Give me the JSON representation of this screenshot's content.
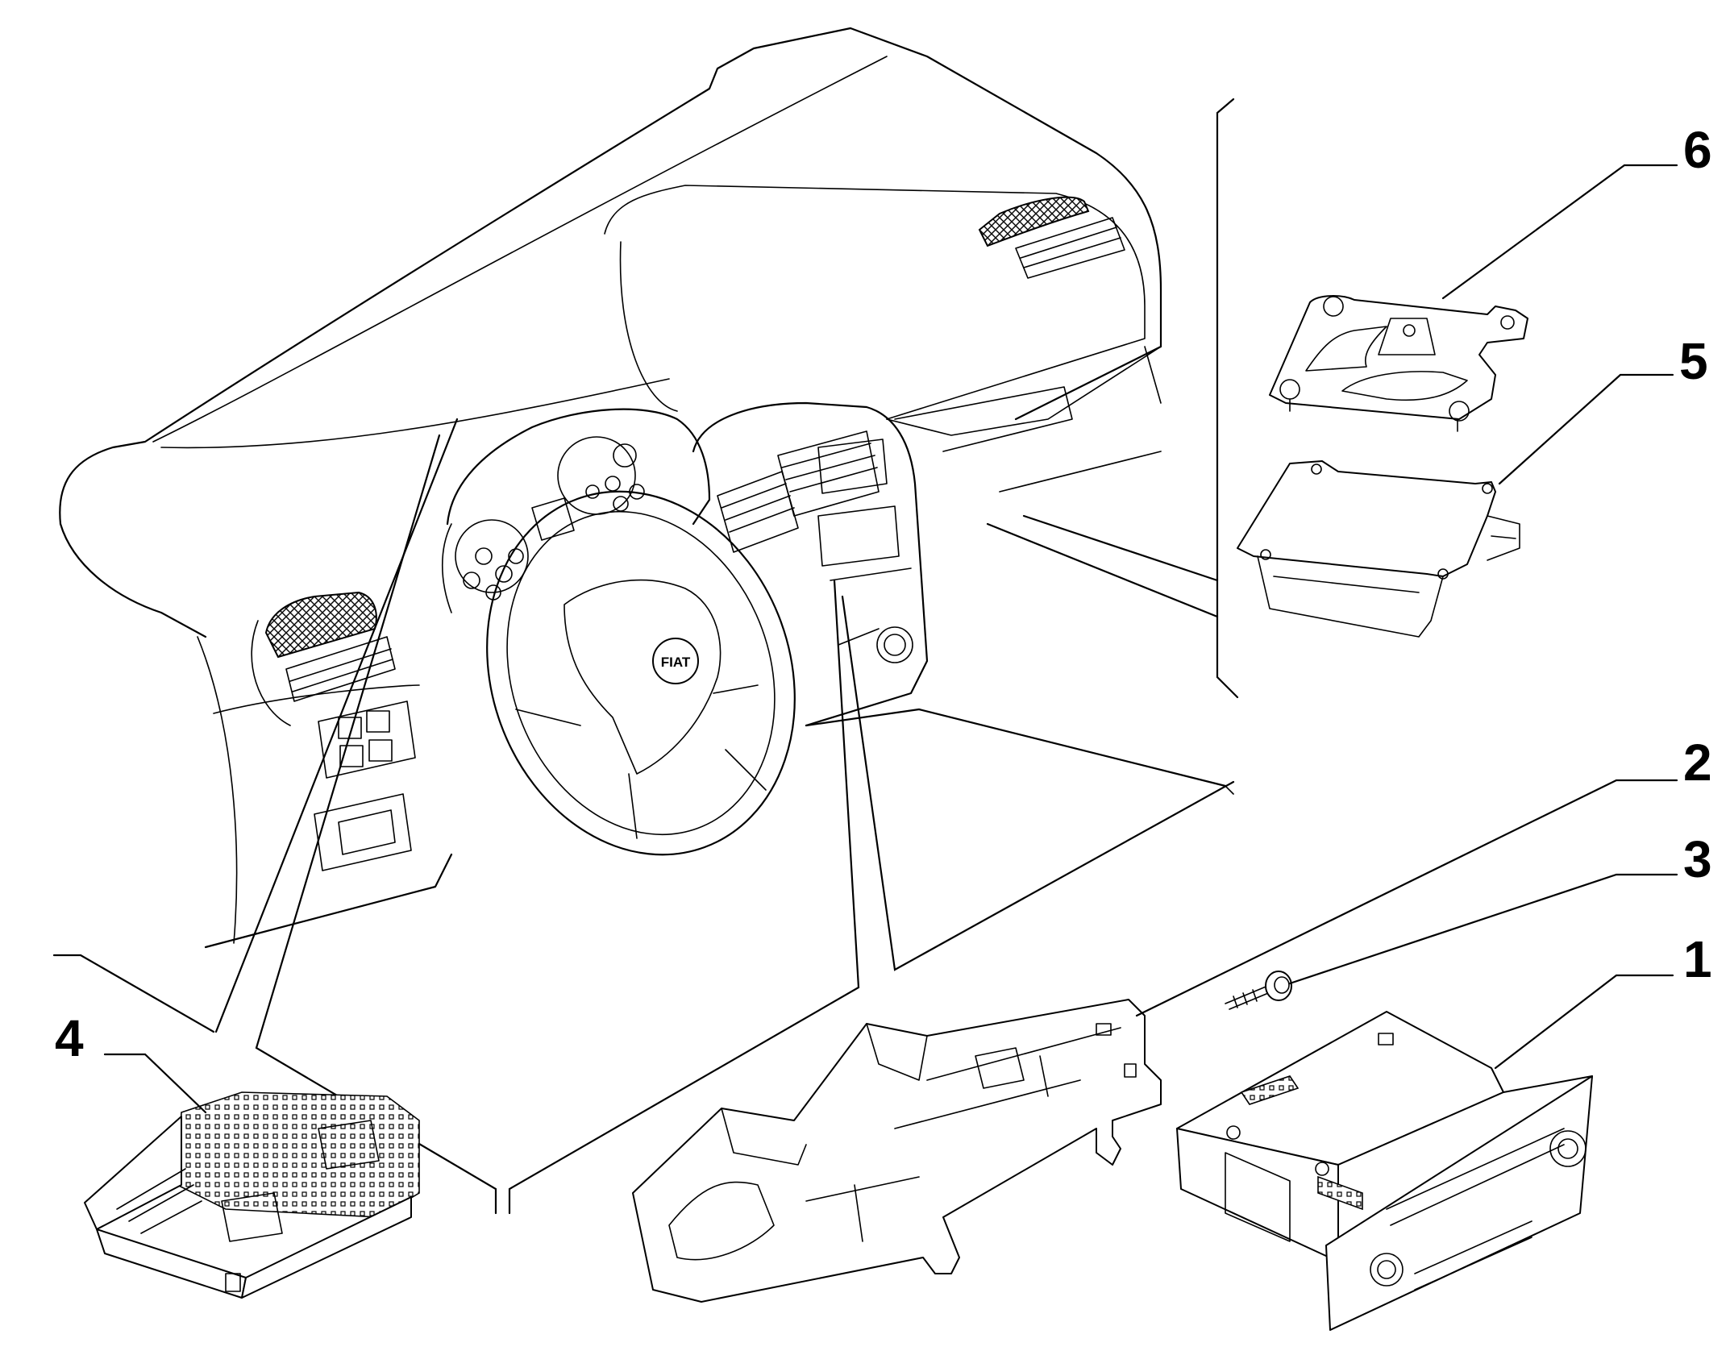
{
  "callouts": [
    {
      "id": "1",
      "label": "1"
    },
    {
      "id": "2",
      "label": "2"
    },
    {
      "id": "3",
      "label": "3"
    },
    {
      "id": "4",
      "label": "4"
    },
    {
      "id": "5",
      "label": "5"
    },
    {
      "id": "6",
      "label": "6"
    }
  ],
  "steering_logo": "FIAT",
  "colors": {
    "line": "#000000",
    "background": "#ffffff"
  }
}
